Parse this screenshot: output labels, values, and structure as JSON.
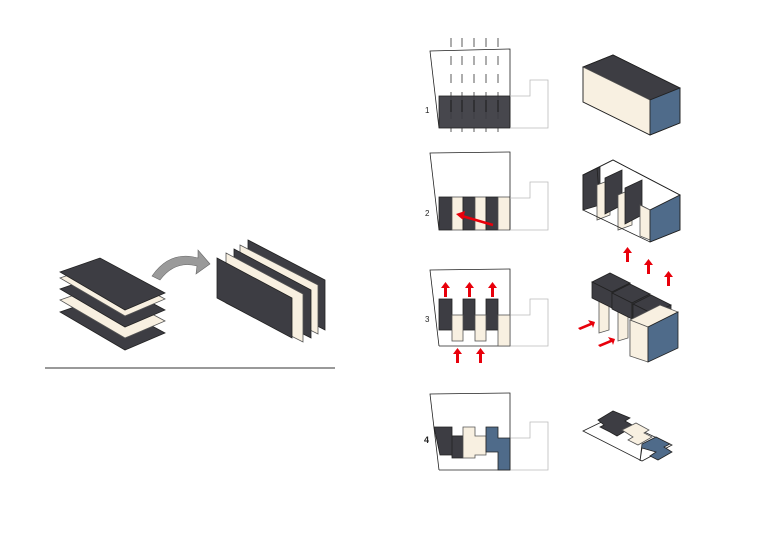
{
  "steps": [
    {
      "label": "1"
    },
    {
      "label": "2"
    },
    {
      "label": "3"
    },
    {
      "label": "4"
    }
  ],
  "colors": {
    "dark": "#3d3d43",
    "cream": "#f8f0e1",
    "blue": "#4f6b8a",
    "arrow_red": "#e8000b",
    "arrow_grey": "#9a9a9a"
  }
}
